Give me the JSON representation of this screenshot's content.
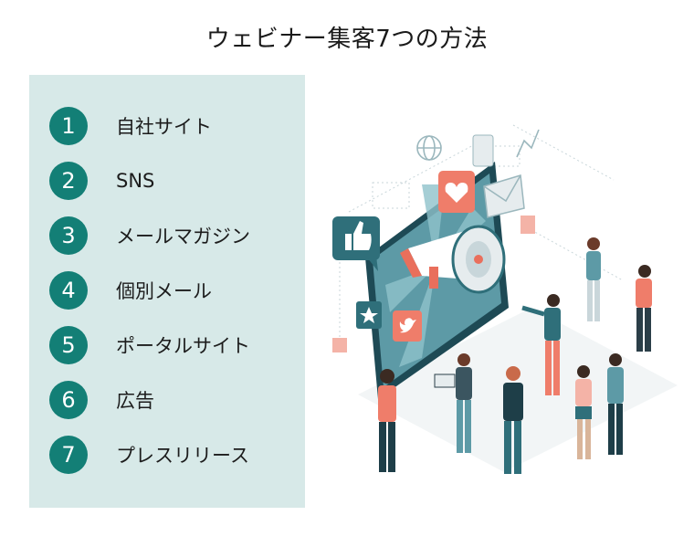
{
  "title": "ウェビナー集客7つの方法",
  "methods": [
    {
      "num": "1",
      "label": "自社サイト"
    },
    {
      "num": "2",
      "label": "SNS"
    },
    {
      "num": "3",
      "label": "メールマガジン"
    },
    {
      "num": "4",
      "label": "個別メール"
    },
    {
      "num": "5",
      "label": "ポータルサイト"
    },
    {
      "num": "6",
      "label": "広告"
    },
    {
      "num": "7",
      "label": "プレスリリース"
    }
  ],
  "colors": {
    "panel_bg": "#d7e9e8",
    "badge": "#137f76",
    "accent_coral": "#ef7d6a",
    "accent_teal": "#2f6f7a"
  },
  "icons": [
    "megaphone-icon",
    "thumbs-up-icon",
    "heart-icon",
    "mail-icon",
    "star-icon",
    "globe-icon",
    "twitter-bird-icon"
  ]
}
